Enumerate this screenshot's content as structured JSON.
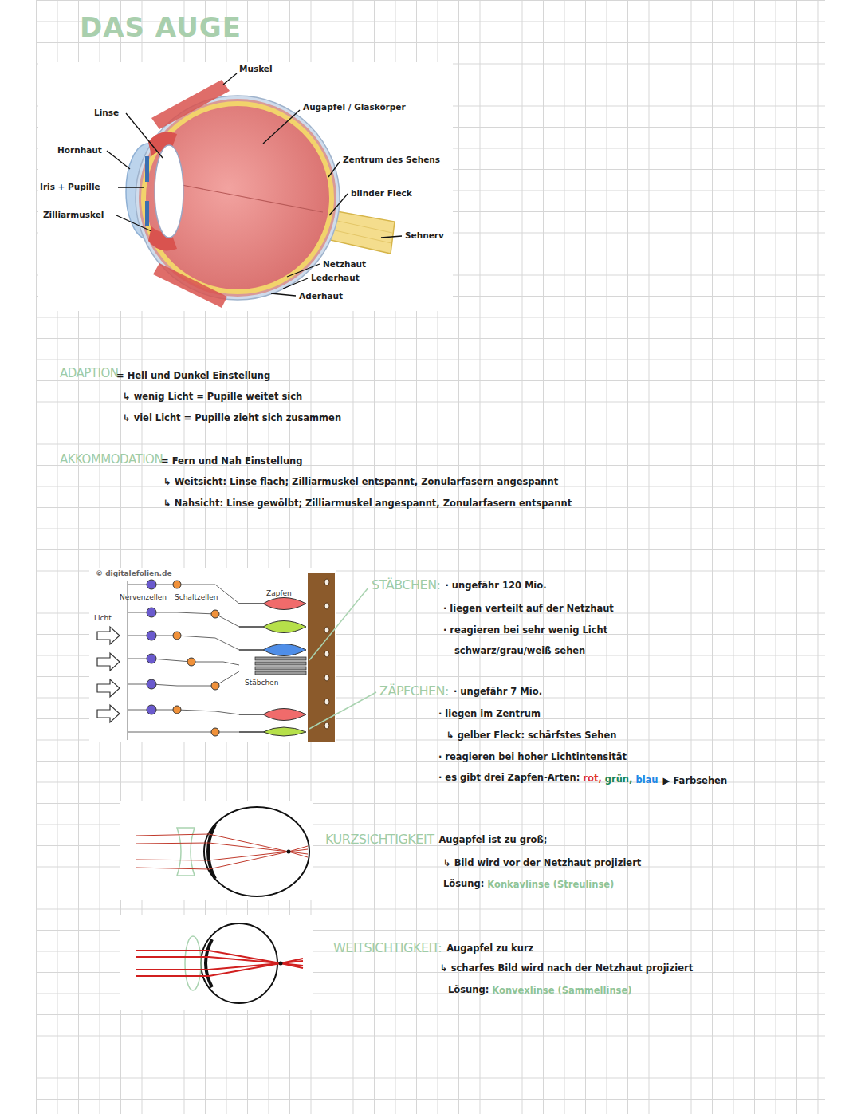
{
  "diagram": {
    "title": "DAS AUGE",
    "labels": [
      "Muskel",
      "Linse",
      "Augapfel / Glaskörper",
      "Hornhaut",
      "Zentrum des Sehens",
      "Iris + Pupille",
      "blinder Fleck",
      "Zilliarmuskel",
      "Sehnerv",
      "Netzhaut",
      "Lederhaut",
      "Aderhaut",
      "ADAPTION",
      "= Hell und Dunkel Einstellung",
      "↳ wenig Licht = Pupille weitet sich",
      "↳ viel Licht = Pupille zieht sich zusammen",
      "AKKOMMODATION",
      "= Fern und Nah Einstellung",
      "↳ Weitsicht: Linse flach; Zilliarmuskel entspannt, Zonularfasern angespannt",
      "↳ Nahsicht: Linse gewölbt; Zilliarmuskel angespannt, Zonularfasern entspannt",
      "© digitalefolien.de",
      "Nervenzellen",
      "Schaltzellen",
      "Zapfen",
      "Licht",
      "Stäbchen",
      "STÄBCHEN:",
      "· ungefähr 120 Mio.",
      "· liegen verteilt auf der Netzhaut",
      "· reagieren bei sehr wenig Licht",
      "schwarz/grau/weiß sehen",
      "ZÄPFCHEN:",
      "· ungefähr 7 Mio.",
      "· liegen im Zentrum",
      "↳ gelber Fleck: schärfstes Sehen",
      "· reagieren bei hoher Lichtintensität",
      "· es gibt drei Zapfen-Arten:",
      "rot,",
      "grün,",
      "blau",
      "▶ Farbsehen",
      "KURZSICHTIGKEIT",
      "Augapfel ist zu groß;",
      "↳ Bild wird vor der Netzhaut projiziert",
      "Lösung:",
      "Konkavlinse (Streulinse)",
      "WEITSICHTIGKEIT:",
      "Augapfel zu kurz",
      "↳ scharfes Bild wird nach der Netzhaut projiziert",
      "Lösung:",
      "Konvexlinse (Sammellinse)"
    ]
  }
}
